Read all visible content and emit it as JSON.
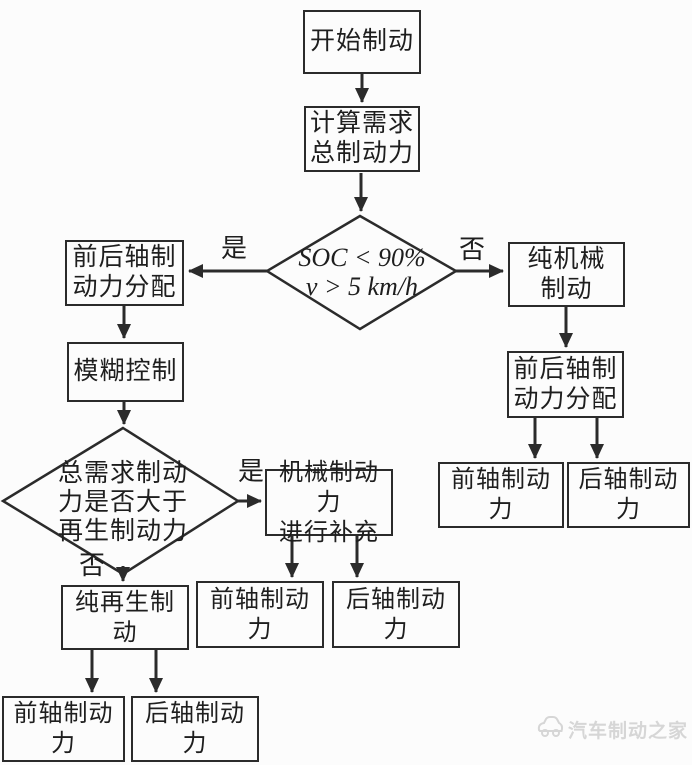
{
  "page": {
    "background": "#fcfcfc",
    "ink_color": "#2b2b2b",
    "watermark_color": "#d6d6d6"
  },
  "flowchart": {
    "nodes": {
      "start": {
        "label": "开始制动"
      },
      "calc_total": {
        "label": "计算需求\n总制动力"
      },
      "soc_decision": {
        "label": "SOC < 90%\nv > 5 km/h"
      },
      "front_rear_dist_left": {
        "label": "前后轴制\n动力分配"
      },
      "fuzzy_control": {
        "label": "模糊控制"
      },
      "pure_mechanical": {
        "label": "纯机械\n制动"
      },
      "front_rear_dist_right": {
        "label": "前后轴制\n动力分配"
      },
      "front_axle_right": {
        "label": "前轴制动力"
      },
      "rear_axle_right": {
        "label": "后轴制动力"
      },
      "demand_decision": {
        "label": "总需求制动\n力是否大于\n再生制动力"
      },
      "mech_supplement": {
        "label": "机械制动力\n进行补充"
      },
      "front_axle_mid": {
        "label": "前轴制动力"
      },
      "rear_axle_mid": {
        "label": "后轴制动力"
      },
      "pure_regen": {
        "label": "纯再生制动"
      },
      "front_axle_bottom": {
        "label": "前轴制动力"
      },
      "rear_axle_bottom": {
        "label": "后轴制动力"
      }
    },
    "edge_labels": {
      "soc_yes": "是",
      "soc_no": "否",
      "demand_yes": "是",
      "demand_no": "否"
    },
    "watermark": {
      "text": "汽车制动之家"
    }
  }
}
